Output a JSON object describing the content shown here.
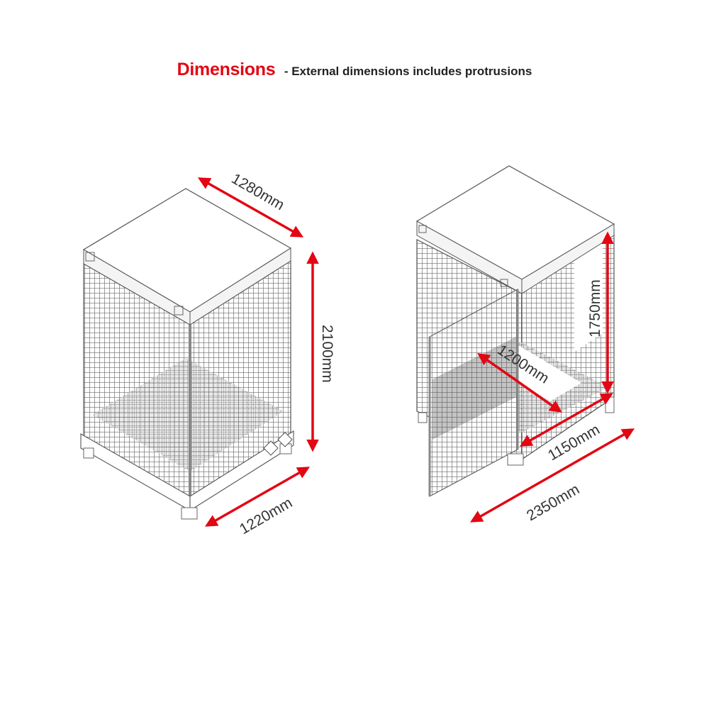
{
  "header": {
    "title": "Dimensions",
    "subtitle": "- External dimensions includes protrusions"
  },
  "colors": {
    "accent": "#e30613",
    "arrow": "#e30613",
    "text": "#222222",
    "line": "#555555",
    "mesh": "#6b6b6b"
  },
  "left_view": {
    "description": "Closed gas cylinder cage, isometric view",
    "dimensions": {
      "depth": "1280mm",
      "height": "2100mm",
      "width": "1220mm"
    }
  },
  "right_view": {
    "description": "Gas cylinder cage with door open, isometric view",
    "dimensions": {
      "internal_height": "1750mm",
      "door_width": "1200mm",
      "internal_width": "1150mm",
      "overall_width_door_open": "2350mm"
    }
  }
}
